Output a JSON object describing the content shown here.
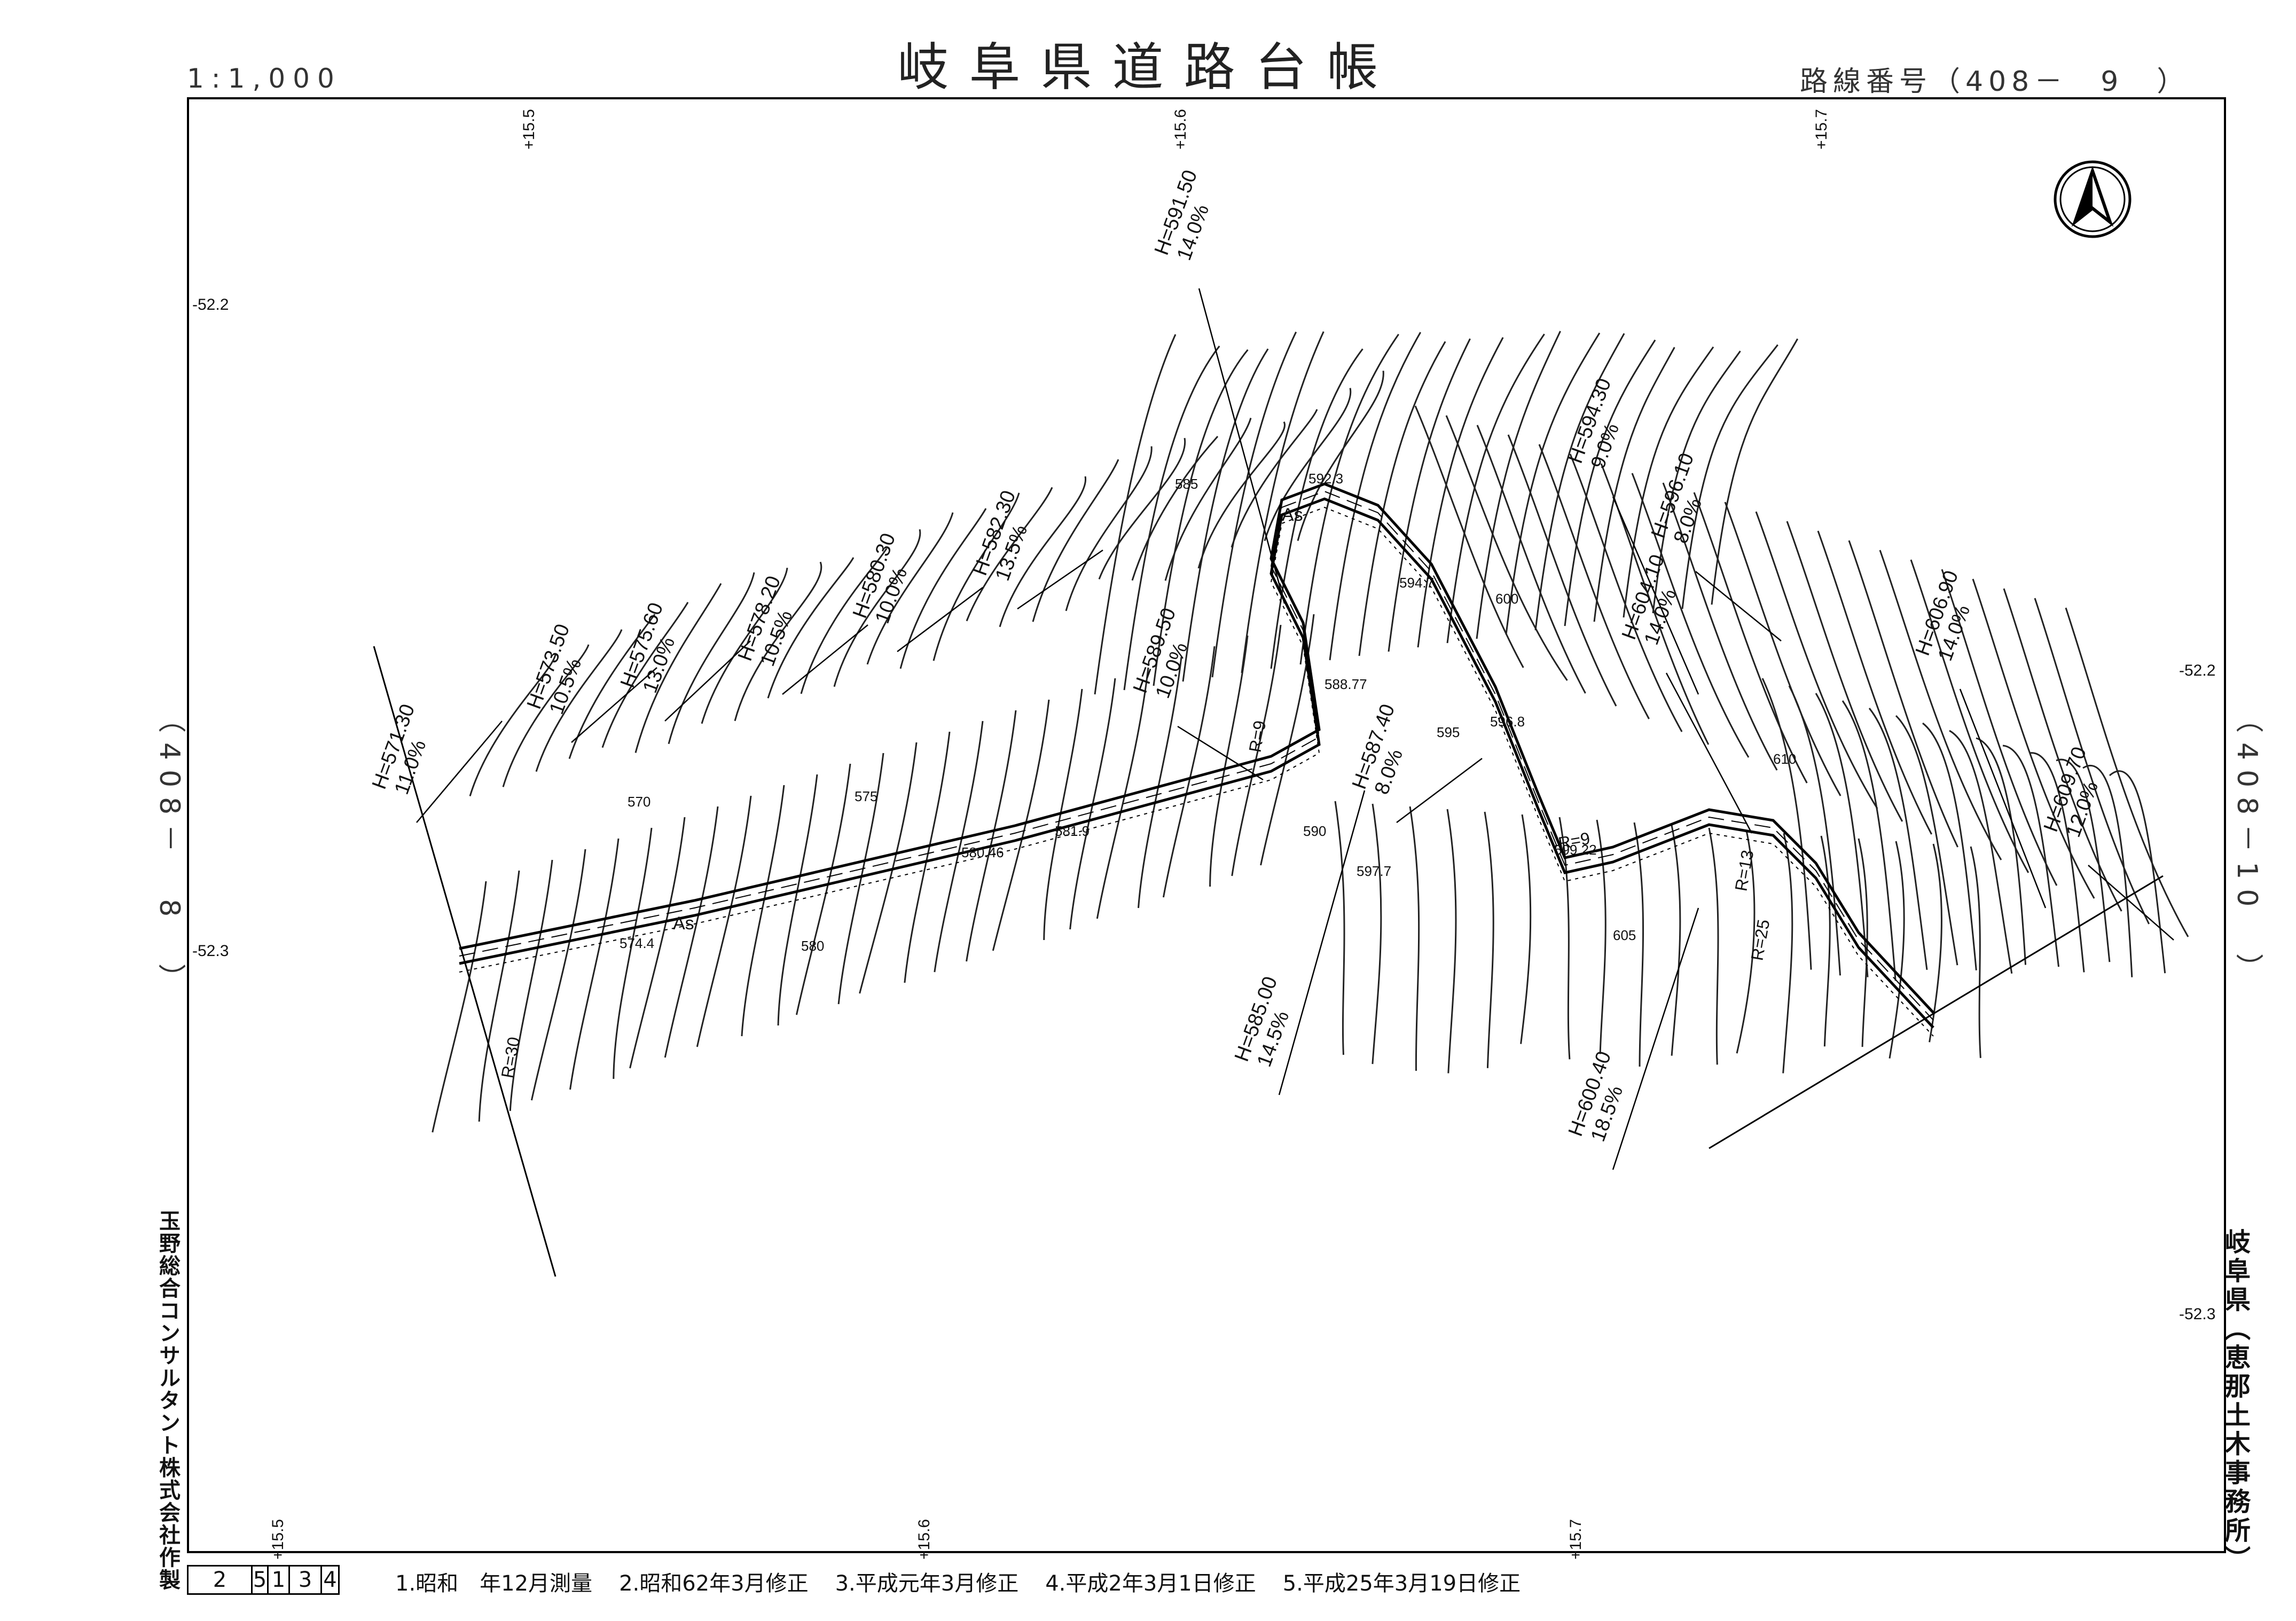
{
  "header": {
    "title": "岐阜県道路台帳",
    "scale": "1:1,000",
    "route_number": "路線番号（408－　9　）"
  },
  "adjacent_routes": {
    "left": "（408－　8　）",
    "right": "（408－10　）"
  },
  "maker": "玉野総合コンサルタント株式会社作製",
  "office": "岐阜県（恵那土木事務所）",
  "sheet_number": [
    "2",
    "5",
    "1",
    "3",
    "4"
  ],
  "revisions": [
    "1.昭和　年12月測量",
    "2.昭和62年3月修正",
    "3.平成元年3月修正",
    "4.平成2年3月1日修正",
    "5.平成25年3月19日修正"
  ],
  "grid_labels": {
    "top": [
      "+15.5",
      "+15.6",
      "+15.7"
    ],
    "bottom": [
      "+15.5",
      "+15.6",
      "+15.7"
    ],
    "left": [
      "-52.2",
      "-52.3"
    ],
    "right": [
      "-52.2",
      "-52.3"
    ]
  },
  "elevation_callouts": [
    {
      "h": "H=571.30",
      "grade": "11.0%"
    },
    {
      "h": "H=573.50",
      "grade": "10.5%"
    },
    {
      "h": "H=575.60",
      "grade": "13.0%"
    },
    {
      "h": "H=578.20",
      "grade": "10.5%"
    },
    {
      "h": "H=580.30",
      "grade": "10.0%"
    },
    {
      "h": "H=582.30",
      "grade": "13.5%"
    },
    {
      "h": "H=591.50",
      "grade": "14.0%"
    },
    {
      "h": "H=594.30",
      "grade": "9.0%"
    },
    {
      "h": "H=596.10",
      "grade": "8.0%"
    },
    {
      "h": "H=604.10",
      "grade": "14.0%"
    },
    {
      "h": "H=606.90",
      "grade": "14.0%"
    },
    {
      "h": "H=609.70",
      "grade": "12.0%"
    },
    {
      "h": "H=600.40",
      "grade": "18.5%"
    },
    {
      "h": "H=585.00",
      "grade": "14.5%"
    },
    {
      "h": "H=589.50",
      "grade": "10.0%"
    },
    {
      "h": "H=587.40",
      "grade": "8.0%"
    }
  ],
  "spot_heights": [
    "574.4",
    "580.46",
    "581.9",
    "588.77",
    "592.3",
    "594.7",
    "596.8",
    "599.22",
    "597.7"
  ],
  "contour_labels": [
    "570",
    "575",
    "580",
    "585",
    "590",
    "595",
    "600",
    "605",
    "610"
  ],
  "curve_radii": [
    "R=30",
    "R=9",
    "R=9",
    "R=13",
    "R=25"
  ],
  "surface_labels": [
    "As",
    "As"
  ]
}
